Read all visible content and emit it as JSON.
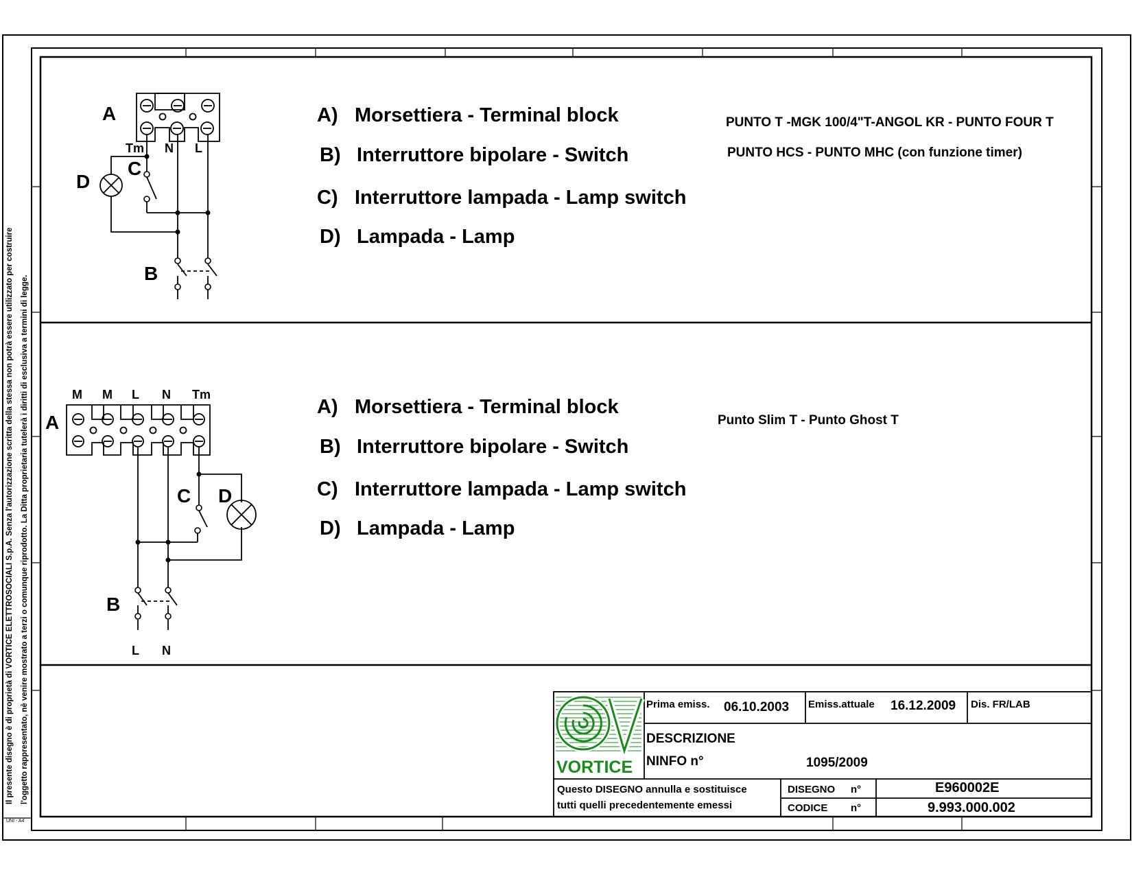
{
  "side_note": {
    "line1": "Il presente disegno è di proprietà di VORTICE ELETTROSOCIALI S.p.A. Senza l'autorizzazione scritta della stessa non potrà essere utilizzato per costruire",
    "line2": "l'oggetto rappresentato, nè venire mostrato a terzi o comunque riprodotto. La Ditta proprietaria tutelerà i diritti di esclusiva a termini di legge."
  },
  "paper_format": "UNI - A4",
  "diagram1": {
    "labels": {
      "a": "A",
      "b": "B",
      "c": "C",
      "d": "D",
      "tm": "Tm",
      "n": "N",
      "l": "L"
    },
    "legend": [
      {
        "key": "A)",
        "text": "Morsettiera - Terminal block"
      },
      {
        "key": "B)",
        "text": "Interruttore bipolare - Switch"
      },
      {
        "key": "C)",
        "text": "Interruttore lampada - Lamp switch"
      },
      {
        "key": "D)",
        "text": "Lampada - Lamp"
      }
    ],
    "models": [
      "PUNTO T -MGK 100/4\"T-ANGOL KR - PUNTO FOUR T",
      "PUNTO HCS - PUNTO MHC (con funzione timer)"
    ]
  },
  "diagram2": {
    "labels": {
      "a": "A",
      "b": "B",
      "c": "C",
      "d": "D",
      "m1": "M",
      "m2": "M",
      "l": "L",
      "n": "N",
      "tm": "Tm",
      "bottom_l": "L",
      "bottom_n": "N"
    },
    "legend": [
      {
        "key": "A)",
        "text": "Morsettiera - Terminal block"
      },
      {
        "key": "B)",
        "text": "Interruttore bipolare - Switch"
      },
      {
        "key": "C)",
        "text": "Interruttore lampada - Lamp switch"
      },
      {
        "key": "D)",
        "text": "Lampada - Lamp"
      }
    ],
    "models": [
      "Punto Slim T - Punto Ghost T"
    ]
  },
  "title_block": {
    "brand": "VORTICE",
    "brand_color": "#1a8a1f",
    "first_issue_label": "Prima emiss.",
    "first_issue_value": "06.10.2003",
    "current_issue_label": "Emiss.attuale",
    "current_issue_value": "16.12.2009",
    "drawn_by": "Dis.  FR/LAB",
    "description_label": "DESCRIZIONE",
    "ninfo_label": "NINFO n°",
    "ninfo_value": "1095/2009",
    "note_line1": "Questo DISEGNO annulla e sostituisce",
    "note_line2": "tutti quelli precedentemente emessi",
    "drawing_label": "DISEGNO",
    "drawing_n": "n°",
    "drawing_value": "E960002E",
    "code_label": "CODICE",
    "code_n": "n°",
    "code_value": "9.993.000.002"
  }
}
